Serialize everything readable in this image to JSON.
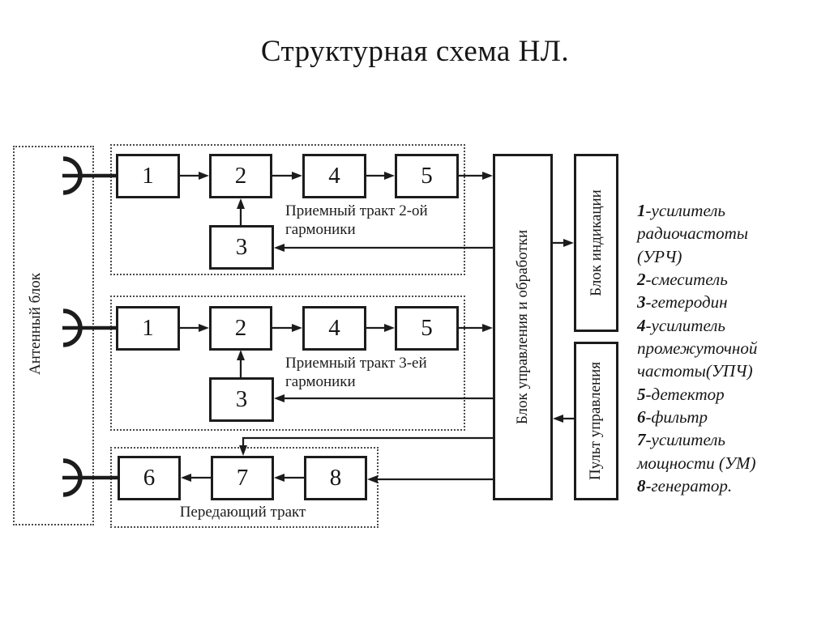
{
  "title": "Структурная схема НЛ.",
  "antenna": {
    "label": "Антенный блок"
  },
  "rx1": {
    "label": "Приемный тракт 2-ой гармоники",
    "b1": "1",
    "b2": "2",
    "b3": "3",
    "b4": "4",
    "b5": "5"
  },
  "rx2": {
    "label": "Приемный тракт 3-ей гармоники",
    "b1": "1",
    "b2": "2",
    "b3": "3",
    "b4": "4",
    "b5": "5"
  },
  "tx": {
    "label": "Передающий тракт",
    "b6": "6",
    "b7": "7",
    "b8": "8"
  },
  "control": {
    "label": "Блок управления и обработки"
  },
  "indication": {
    "label": "Блок индикации"
  },
  "panel": {
    "label": "Пульт управления"
  },
  "icons": {
    "antenna": "antenna-horn-icon"
  },
  "legend": {
    "items": [
      {
        "num": "1",
        "text": "-усилитель радиочастоты (УРЧ)"
      },
      {
        "num": "2",
        "text": "-смеситель"
      },
      {
        "num": "3",
        "text": "-гетеродин"
      },
      {
        "num": "4",
        "text": "-усилитель промежуточной частоты(УПЧ)"
      },
      {
        "num": "5",
        "text": "-детектор"
      },
      {
        "num": "6",
        "text": "-фильтр"
      },
      {
        "num": "7",
        "text": "-усилитель мощности (УМ)"
      },
      {
        "num": "8",
        "text": "-генератор."
      }
    ]
  },
  "colors": {
    "line": "#1c1c1c",
    "background": "#ffffff"
  }
}
